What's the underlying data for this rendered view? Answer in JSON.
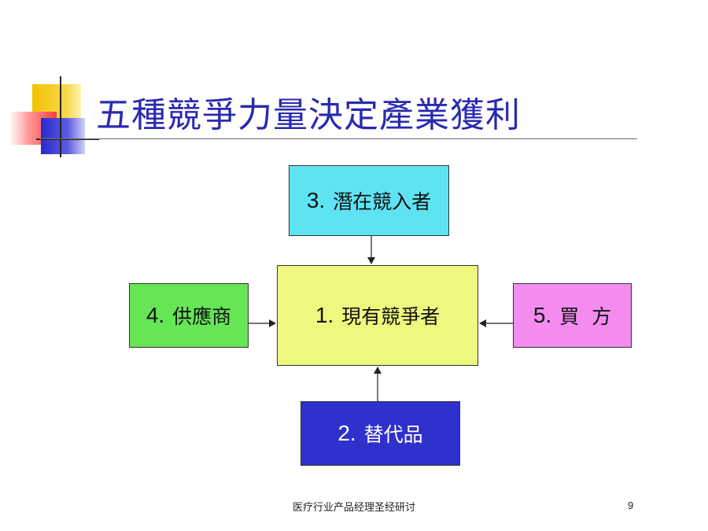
{
  "slide": {
    "title": "五種競爭力量決定產業獲利",
    "footer": "医疗行业产品经理圣经研讨",
    "page_number": "9"
  },
  "diagram": {
    "center": {
      "number": "1.",
      "label": "現有競爭者"
    },
    "top": {
      "number": "3.",
      "label": "潛在競入者"
    },
    "bottom": {
      "number": "2.",
      "label": "替代品"
    },
    "left": {
      "number": "4.",
      "label": "供應商"
    },
    "right": {
      "number": "5.",
      "label": "買  方"
    }
  },
  "colors": {
    "title": "#2a2ab0",
    "center": "#eef77e",
    "top": "#5ee3f2",
    "left": "#66e655",
    "right": "#f48cf0",
    "bottom": "#3030cc"
  }
}
